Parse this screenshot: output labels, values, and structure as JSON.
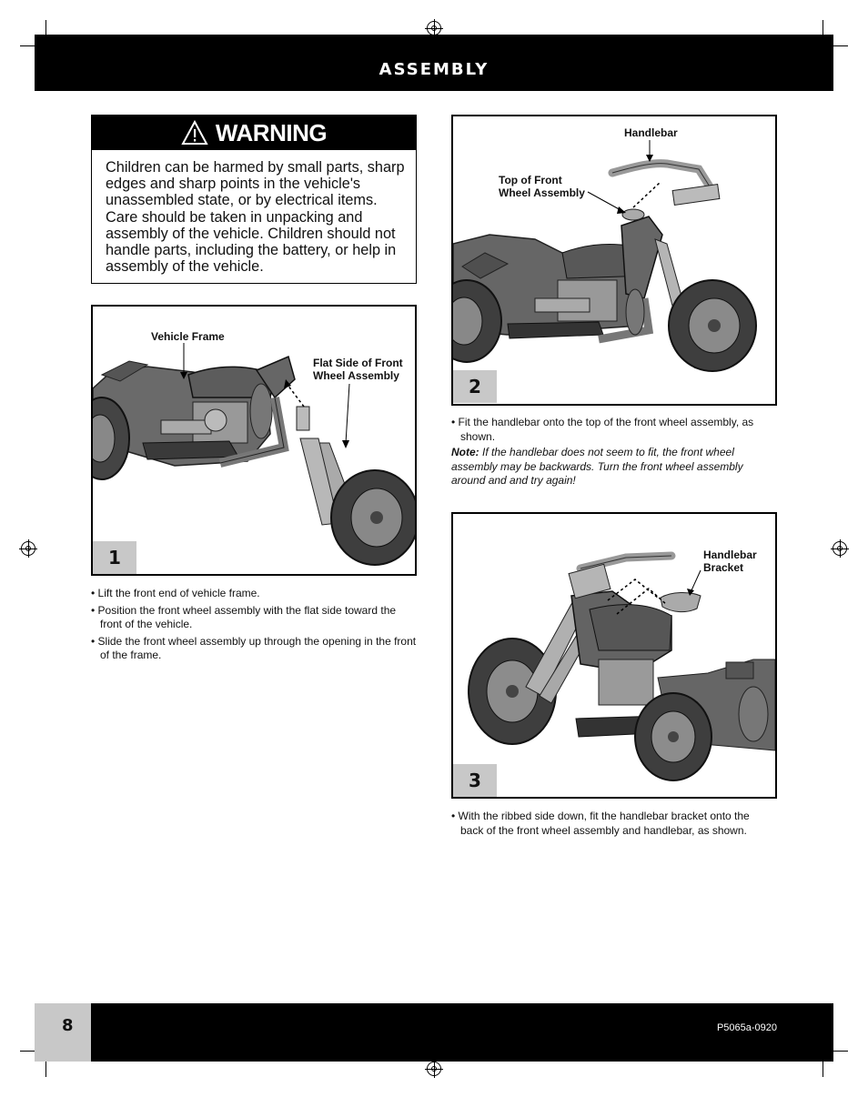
{
  "header": {
    "title": "ASSEMBLY"
  },
  "warning": {
    "title": "WARNING",
    "body": "Children can be harmed by small parts, sharp edges and sharp points in the vehicle's unassembled state, or by electrical items. Care should be taken in unpacking and assembly of the vehicle. Children should not handle parts, including the battery, or help in assembly of the vehicle."
  },
  "step1": {
    "number": "1",
    "callouts": {
      "frame": "Vehicle Frame",
      "flat_side_line1": "Flat Side of Front",
      "flat_side_line2": "Wheel Assembly"
    },
    "bullets": [
      "• Lift the front end of vehicle frame.",
      "• Position the front wheel assembly with the flat side toward the front of the vehicle.",
      "• Slide the front wheel assembly up through the opening in the front of the frame."
    ]
  },
  "step2": {
    "number": "2",
    "callouts": {
      "handlebar": "Handlebar",
      "top_line1": "Top of Front",
      "top_line2": "Wheel Assembly"
    },
    "bullet": "• Fit the handlebar onto the top of the front wheel assembly, as shown.",
    "note_label": "Note:",
    "note_text": "If the handlebar does not seem to fit, the front wheel assembly may be backwards. Turn the front wheel assembly around and and try again!"
  },
  "step3": {
    "number": "3",
    "callouts": {
      "bracket_line1": "Handlebar",
      "bracket_line2": "Bracket"
    },
    "bullet": "• With the ribbed side down, fit the handlebar bracket onto the back of the front wheel assembly and handlebar, as shown."
  },
  "footer": {
    "page_number": "8",
    "doc_code": "P5065a-0920"
  }
}
